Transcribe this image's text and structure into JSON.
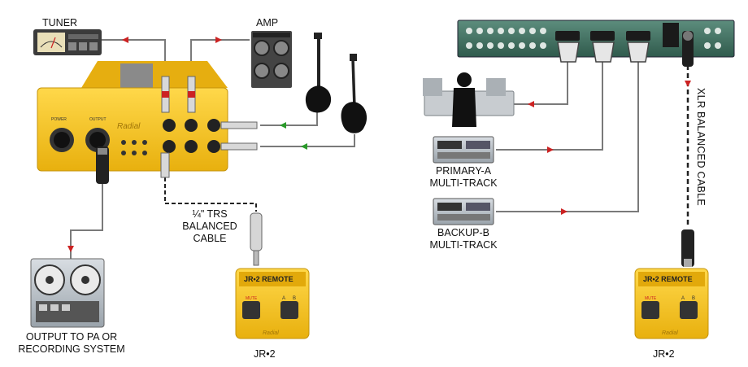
{
  "labels": {
    "tuner": "TUNER",
    "amp": "AMP",
    "trs_line1": "¼\" TRS",
    "trs_line2": "BALANCED",
    "trs_line3": "CABLE",
    "output_line1": "OUTPUT TO PA OR",
    "output_line2": "RECORDING SYSTEM",
    "jr2_left": "JR•2",
    "primary_line1": "PRIMARY-A",
    "primary_line2": "MULTI-TRACK",
    "backup_line1": "BACKUP-B",
    "backup_line2": "MULTI-TRACK",
    "xlr_cable": "XLR BALANCED CABLE",
    "jr2_right": "JR•2"
  },
  "device_text": {
    "brand": "Radial",
    "power": "POWER",
    "output": "OUTPUT",
    "remote_title": "JR•2 REMOTE",
    "mute": "MUTE",
    "pedal_a": "A",
    "pedal_b": "B"
  },
  "colors": {
    "yellow_box": "#f5c218",
    "yellow_dark": "#d9a40c",
    "cable": "#7a7a7a",
    "arrow_red": "#cc2222",
    "arrow_green": "#2a9a2a",
    "rack_green": "#3a6b5c"
  },
  "icons": [
    "tuner-icon",
    "amp-icon",
    "bass-guitar-icon",
    "electric-guitar-icon",
    "reel-to-reel-icon",
    "person-at-console-icon",
    "multitrack-recorder-icon",
    "rack-switcher-icon",
    "xlr-connector-icon",
    "trs-jack-icon",
    "footswitch-icon"
  ]
}
